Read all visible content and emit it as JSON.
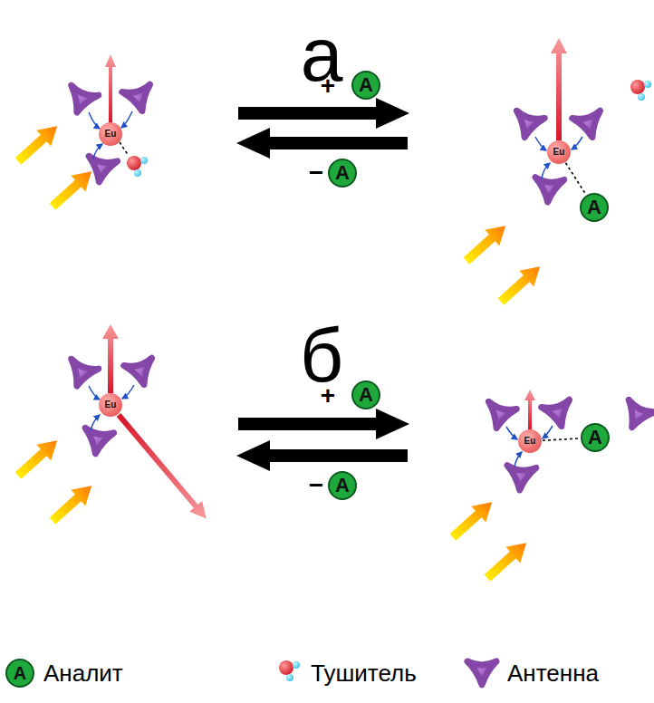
{
  "diagram": {
    "nodes": [
      {
        "text": [
          "Eu"
        ]
      },
      {
        "text": [
          "A"
        ]
      },
      {
        "text": [
          "A"
        ]
      },
      {
        "text": [
          "Eu"
        ]
      },
      {
        "text": [
          "A"
        ]
      },
      {
        "text": [
          "Eu"
        ]
      },
      {
        "text": [
          "A"
        ]
      },
      {
        "text": [
          "A"
        ]
      },
      {
        "text": [
          "Eu"
        ]
      },
      {
        "text": [
          "A"
        ]
      }
    ],
    "edges": [
      {
        "from": 3,
        "to": 4,
        "arrow": "none"
      },
      {
        "from": 8,
        "to": 9,
        "arrow": "none"
      }
    ],
    "labels": [
      "а",
      "+",
      "−",
      "б",
      "+",
      "−",
      "A"
    ],
    "legend": [
      {
        "text": "Аналит",
        "color": "#1fa83c"
      },
      {
        "text": "Тушитель"
      },
      {
        "text": "Антенна"
      }
    ]
  }
}
